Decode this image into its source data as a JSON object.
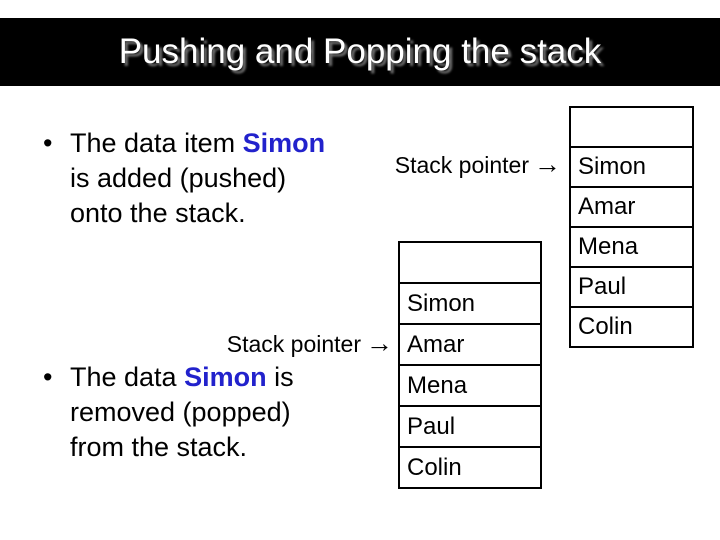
{
  "slide": {
    "title": "Pushing and Popping the stack"
  },
  "bullets": [
    {
      "marker": "•",
      "lines": [
        [
          {
            "t": "The data item "
          },
          {
            "t": "Simon",
            "hl": true
          }
        ],
        [
          {
            "t": "is added (pushed)"
          }
        ],
        [
          {
            "t": "onto the stack."
          }
        ]
      ]
    },
    {
      "marker": "•",
      "lines": [
        [
          {
            "t": "The data "
          },
          {
            "t": "Simon",
            "hl": true
          },
          {
            "t": " is"
          }
        ],
        [
          {
            "t": "removed (popped)"
          }
        ],
        [
          {
            "t": "from the stack."
          }
        ]
      ]
    }
  ],
  "stack_pointers": {
    "pushed": {
      "label": "Stack pointer",
      "arrow": "→"
    },
    "popped": {
      "label": "Stack pointer",
      "arrow": "→"
    }
  },
  "stacks": {
    "pushed": {
      "cells": [
        "",
        "Simon",
        "Amar",
        "Mena",
        "Paul",
        "Colin"
      ]
    },
    "popped": {
      "cells": [
        "",
        "Simon",
        "Amar",
        "Mena",
        "Paul",
        "Colin"
      ]
    }
  },
  "colors": {
    "highlight_blue": "#2222CC",
    "banner_black": "#000000",
    "background": "#FFFFFF"
  }
}
